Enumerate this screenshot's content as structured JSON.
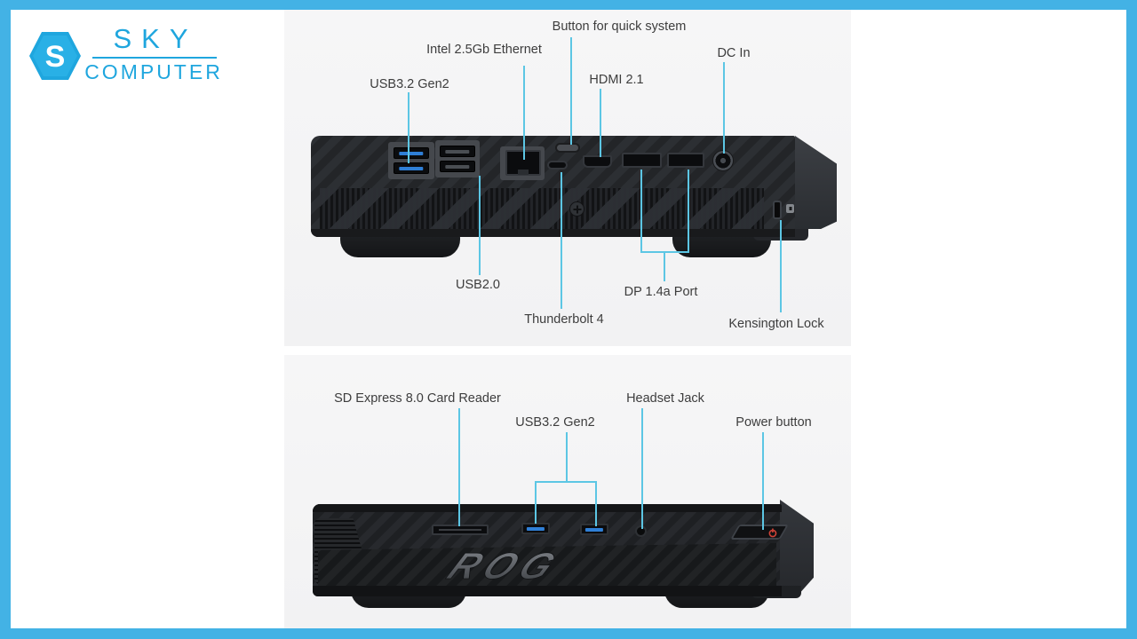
{
  "logo": {
    "monogram": "S",
    "title": "SKY",
    "subtitle": "COMPUTER"
  },
  "colors": {
    "frame_border": "#43b2e5",
    "leader_line": "#5cc6e4",
    "brand_accent": "#1fa6de",
    "panel_background": "#f4f4f5",
    "label_text": "#3d3d3d",
    "usb_tab_blue": "#2f7fd6",
    "power_icon_red": "#d04237"
  },
  "back_view": {
    "labels": {
      "usb32": "USB3.2 Gen2",
      "ethernet": "Intel 2.5Gb Ethernet",
      "quick_button": "Button for quick system",
      "hdmi": "HDMI 2.1",
      "dc_in": "DC In",
      "usb20": "USB2.0",
      "thunderbolt": "Thunderbolt 4",
      "dp": "DP 1.4a Port",
      "kensington": "Kensington Lock"
    }
  },
  "front_view": {
    "labels": {
      "sd_reader": "SD Express 8.0 Card Reader",
      "usb32": "USB3.2 Gen2",
      "headset": "Headset Jack",
      "power": "Power button"
    },
    "device_logo": "ROG"
  }
}
